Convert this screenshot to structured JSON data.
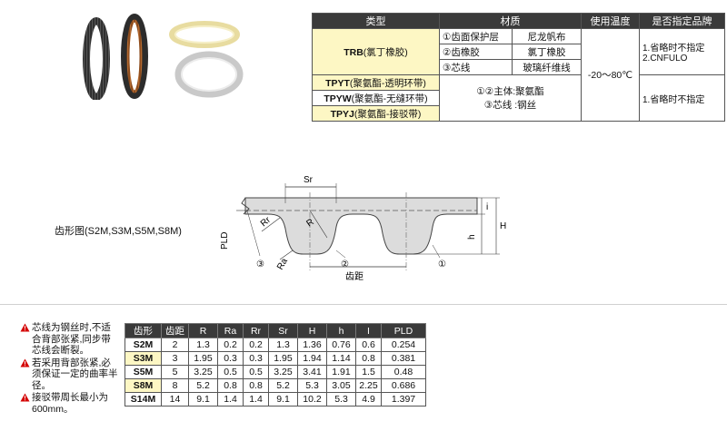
{
  "material_table": {
    "headers": [
      "类型",
      "材质",
      "使用温度",
      "是否指定品牌"
    ],
    "trb": {
      "code": "TRB",
      "name": "(氯丁橡胶)"
    },
    "materials": [
      {
        "part": "①齿面保护层",
        "material": "尼龙帆布"
      },
      {
        "part": "②齿橡胶",
        "material": "氯丁橡胶"
      },
      {
        "part": "③芯线",
        "material": "玻璃纤维线"
      }
    ],
    "temperature": "-20～80℃",
    "brand_trb_1": "1.省略时不指定",
    "brand_trb_2": "2.CNFULO",
    "tpy_rows": [
      {
        "code": "TPYT",
        "name": "(聚氨酯-透明环带)"
      },
      {
        "code": "TPYW",
        "name": "(聚氨酯-无缝环带)"
      },
      {
        "code": "TPYJ",
        "name": "(聚氨酯-接驳带)"
      }
    ],
    "tpy_material_1": "①②主体:聚氨酯",
    "tpy_material_2": "③芯线 :钢丝",
    "brand_tpy": "1.省略时不指定"
  },
  "diagram": {
    "caption": "齿形图(S2M,S3M,S5M,S8M)",
    "labels": {
      "sr": "Sr",
      "pld": "PLD",
      "rr": "Rr",
      "r": "R",
      "ra": "Ra",
      "i": "i",
      "h": "h",
      "H": "H",
      "pitch": "齿距",
      "c1": "①",
      "c2": "②",
      "c3": "③"
    }
  },
  "notes": [
    "芯线为钢丝时,不适合背部张紧,同步带芯线会断裂。",
    "若采用背部张紧,必须保证一定的曲率半径。",
    "接驳带周长最小为600mm。"
  ],
  "dim_table": {
    "headers": [
      "齿形",
      "齿距",
      "R",
      "Ra",
      "Rr",
      "Sr",
      "H",
      "h",
      "I",
      "PLD"
    ],
    "rows": [
      [
        "S2M",
        "2",
        "1.3",
        "0.2",
        "0.2",
        "1.3",
        "1.36",
        "0.76",
        "0.6",
        "0.254"
      ],
      [
        "S3M",
        "3",
        "1.95",
        "0.3",
        "0.3",
        "1.95",
        "1.94",
        "1.14",
        "0.8",
        "0.381"
      ],
      [
        "S5M",
        "5",
        "3.25",
        "0.5",
        "0.5",
        "3.25",
        "3.41",
        "1.91",
        "1.5",
        "0.48"
      ],
      [
        "S8M",
        "8",
        "5.2",
        "0.8",
        "0.8",
        "5.2",
        "5.3",
        "3.05",
        "2.25",
        "0.686"
      ],
      [
        "S14M",
        "14",
        "9.1",
        "1.4",
        "1.4",
        "9.1",
        "10.2",
        "5.3",
        "4.9",
        "1.397"
      ]
    ]
  }
}
